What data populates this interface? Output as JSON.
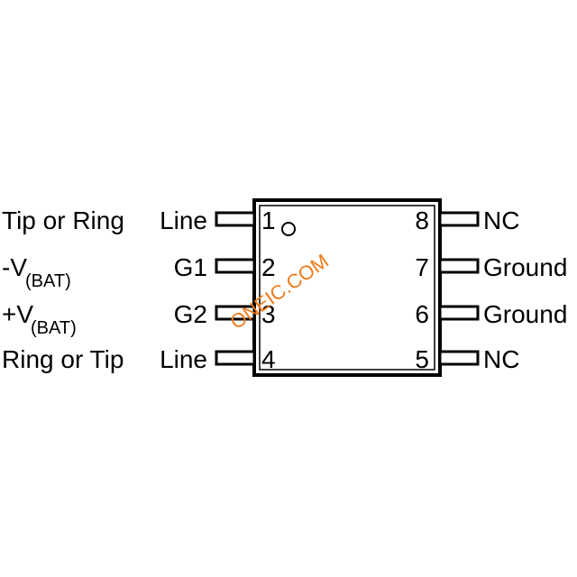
{
  "diagram": {
    "watermark": "ONEIC.COM",
    "left_pins": [
      {
        "num": "1",
        "pin_label": "Line",
        "signal": "Tip or Ring",
        "signal_sub": ""
      },
      {
        "num": "2",
        "pin_label": "G1",
        "signal": "-V",
        "signal_sub": "(BAT)"
      },
      {
        "num": "3",
        "pin_label": "G2",
        "signal": "+V",
        "signal_sub": "(BAT)"
      },
      {
        "num": "4",
        "pin_label": "Line",
        "signal": "Ring or Tip",
        "signal_sub": ""
      }
    ],
    "right_pins": [
      {
        "num": "8",
        "pin_label": "NC"
      },
      {
        "num": "7",
        "pin_label": "Ground"
      },
      {
        "num": "6",
        "pin_label": "Ground"
      },
      {
        "num": "5",
        "pin_label": "NC"
      }
    ]
  }
}
